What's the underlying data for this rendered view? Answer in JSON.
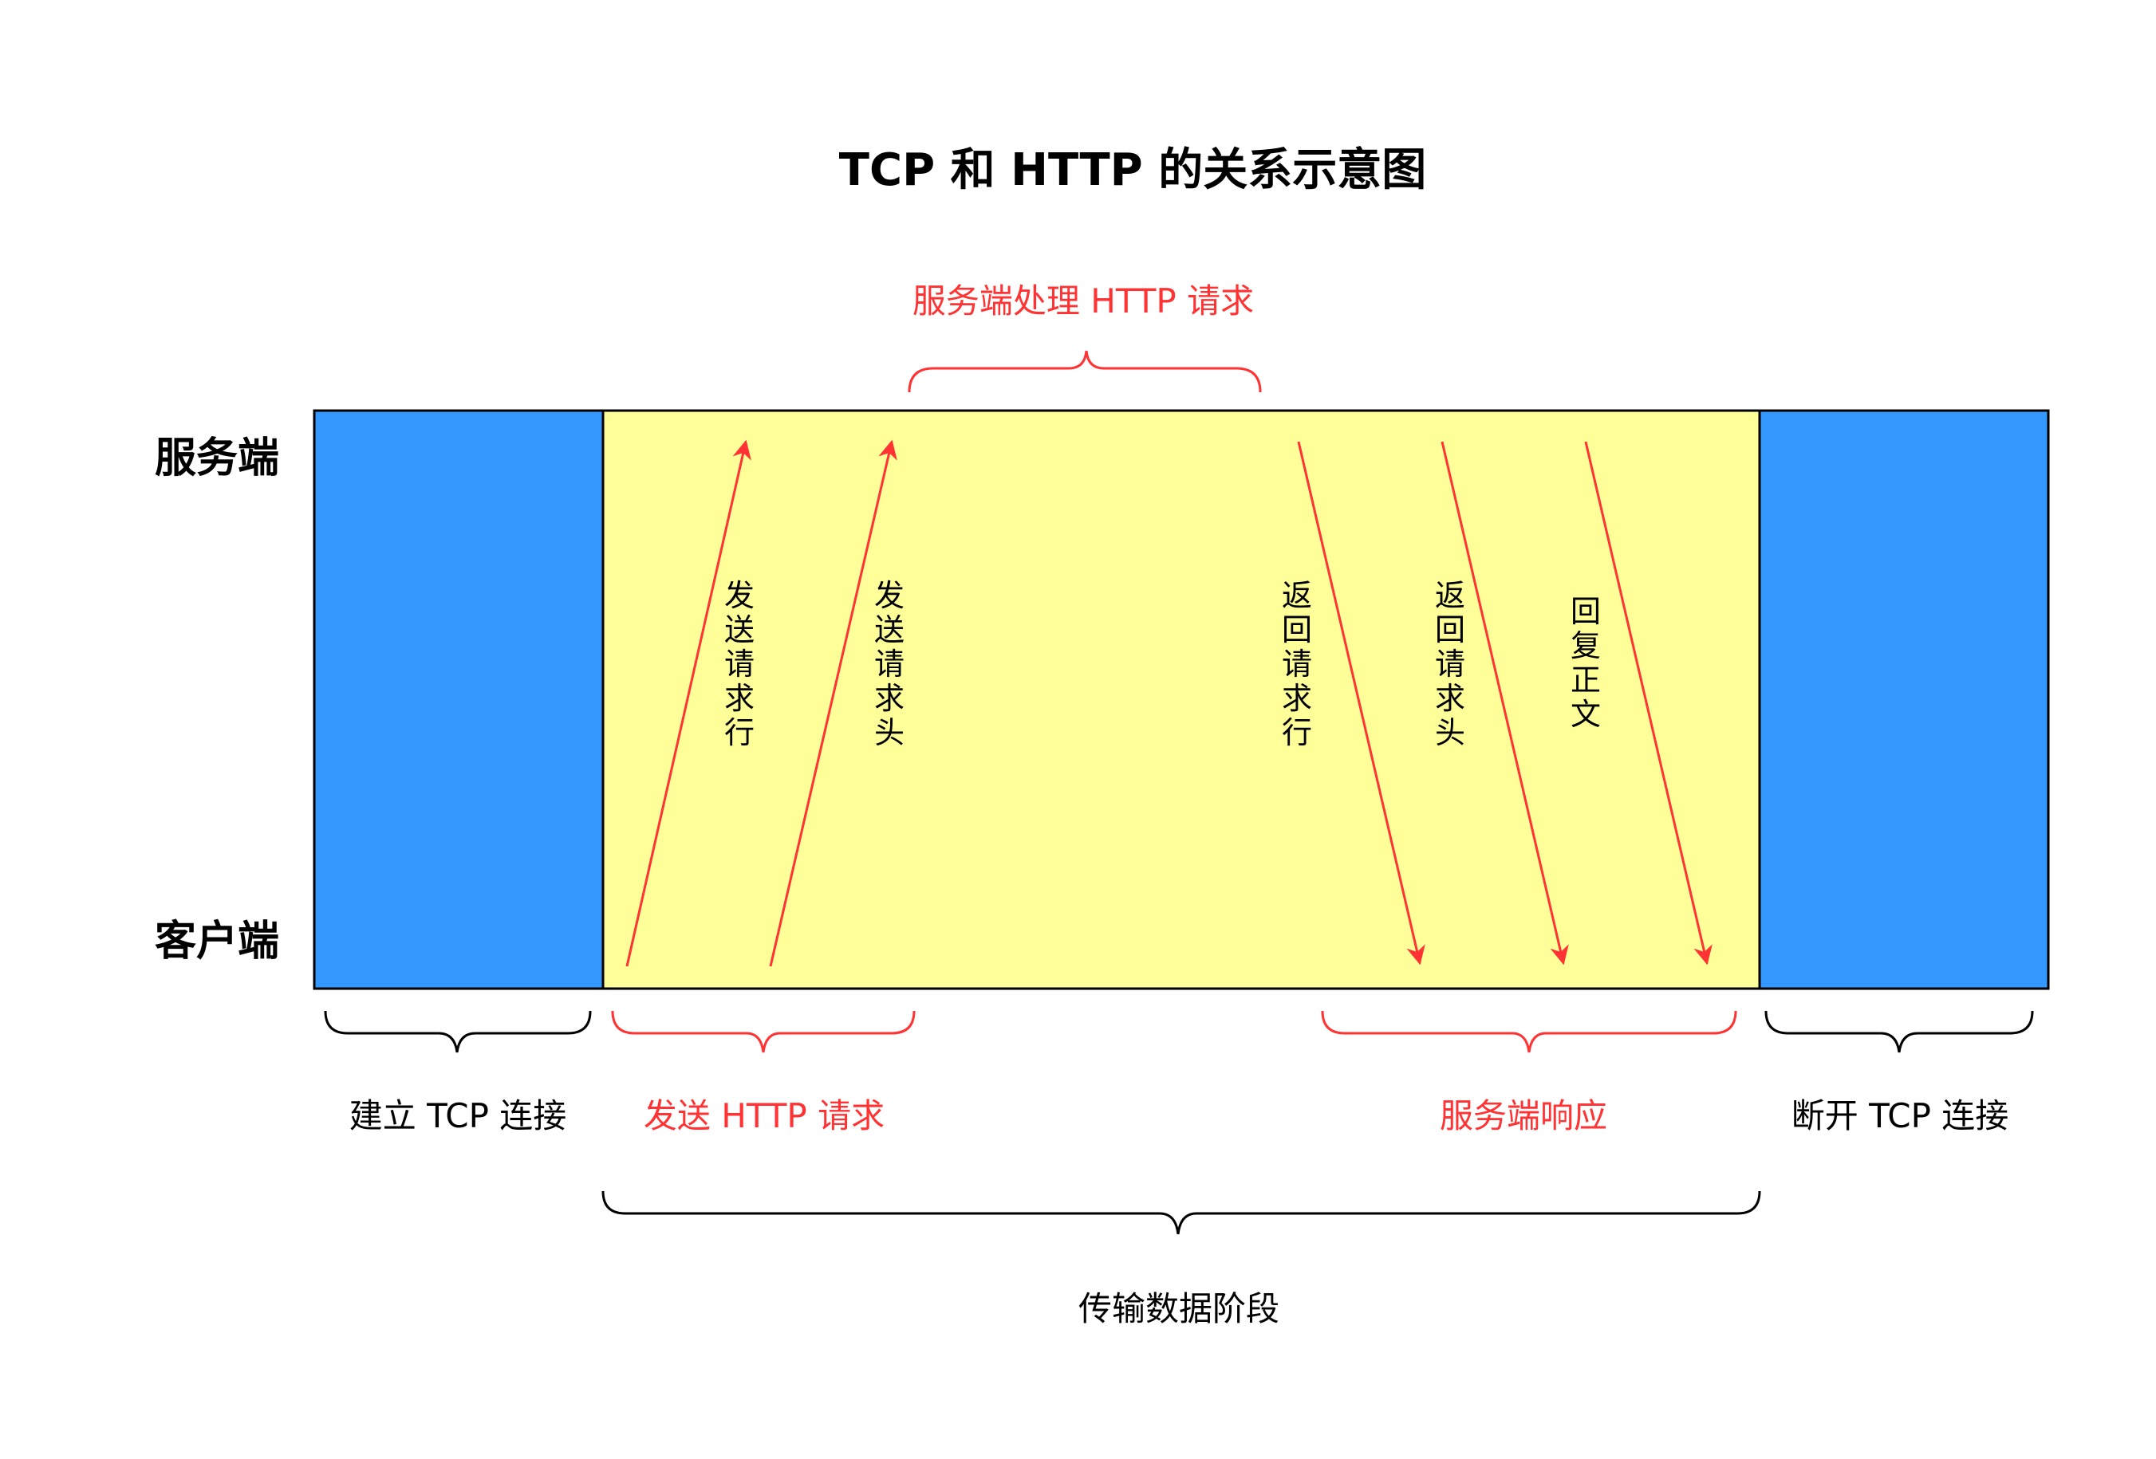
{
  "title": "TCP 和 HTTP 的关系示意图",
  "colors": {
    "phase_blue": "#3399FF",
    "phase_yellow": "#FFFF99",
    "accent_red": "#FF3333",
    "text_black": "#000000"
  },
  "side_labels": {
    "server": "服务端",
    "client": "客户端"
  },
  "top_annotation": {
    "label": "服务端处理 HTTP 请求",
    "color": "red"
  },
  "phases": [
    {
      "name": "connect",
      "color": "blue"
    },
    {
      "name": "transfer",
      "color": "yellow"
    },
    {
      "name": "disconnect",
      "color": "blue"
    }
  ],
  "arrows": [
    {
      "direction": "up",
      "label": [
        "发",
        "送",
        "请",
        "求",
        "行"
      ]
    },
    {
      "direction": "up",
      "label": [
        "发",
        "送",
        "请",
        "求",
        "头"
      ]
    },
    {
      "direction": "down",
      "label": [
        "返",
        "回",
        "请",
        "求",
        "行"
      ]
    },
    {
      "direction": "down",
      "label": [
        "返",
        "回",
        "请",
        "求",
        "头"
      ]
    },
    {
      "direction": "down",
      "label": [
        "回",
        "复",
        "正",
        "文"
      ]
    }
  ],
  "bottom_annotations": [
    {
      "label": "建立 TCP 连接",
      "color": "black"
    },
    {
      "label": "发送 HTTP 请求",
      "color": "red"
    },
    {
      "label": "服务端响应",
      "color": "red"
    },
    {
      "label": "断开 TCP 连接",
      "color": "black"
    }
  ],
  "overall_annotation": {
    "label": "传输数据阶段",
    "color": "black"
  }
}
